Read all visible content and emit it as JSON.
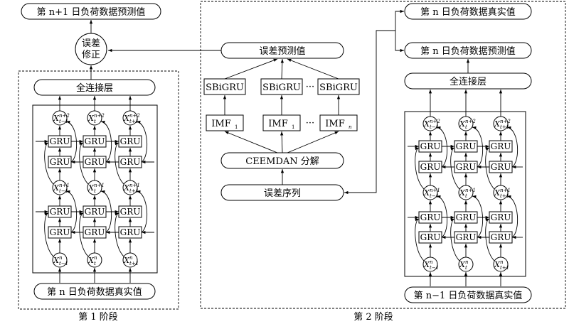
{
  "labels": {
    "predict_n1": "第 n+1 日负荷数据预测值",
    "error_correction_l1": "误差",
    "error_correction_l2": "修正",
    "fully_connected": "全连接层",
    "gru": "GRU",
    "actual_n": "第 n 日负荷数据真实值",
    "stage1": "第 1 阶段",
    "error_prediction": "误差预测值",
    "sbigru": "SBiGRU",
    "imf": "IMF",
    "imf_sub_1": "1",
    "imf_sub_n": "n",
    "ellipsis": "···",
    "ceemdan": "CEEMDAN 分解",
    "error_series": "误差序列",
    "stage2": "第 2 阶段",
    "actual_n_right": "第 n 日负荷数据真实值",
    "predict_n_right": "第 n 日负荷数据预测值",
    "fully_connected_right": "全连接层",
    "actual_n_minus1": "第 n−1 日负荷数据真实值"
  },
  "nodes": {
    "x_base": "X",
    "sub_t_minus_1": "t−1",
    "sub_t": "t",
    "sub_t_plus_1": "t+1",
    "sup_n": "n",
    "sup_n_plus_1": "n+1",
    "sup_n_plus_2": "n+2"
  }
}
